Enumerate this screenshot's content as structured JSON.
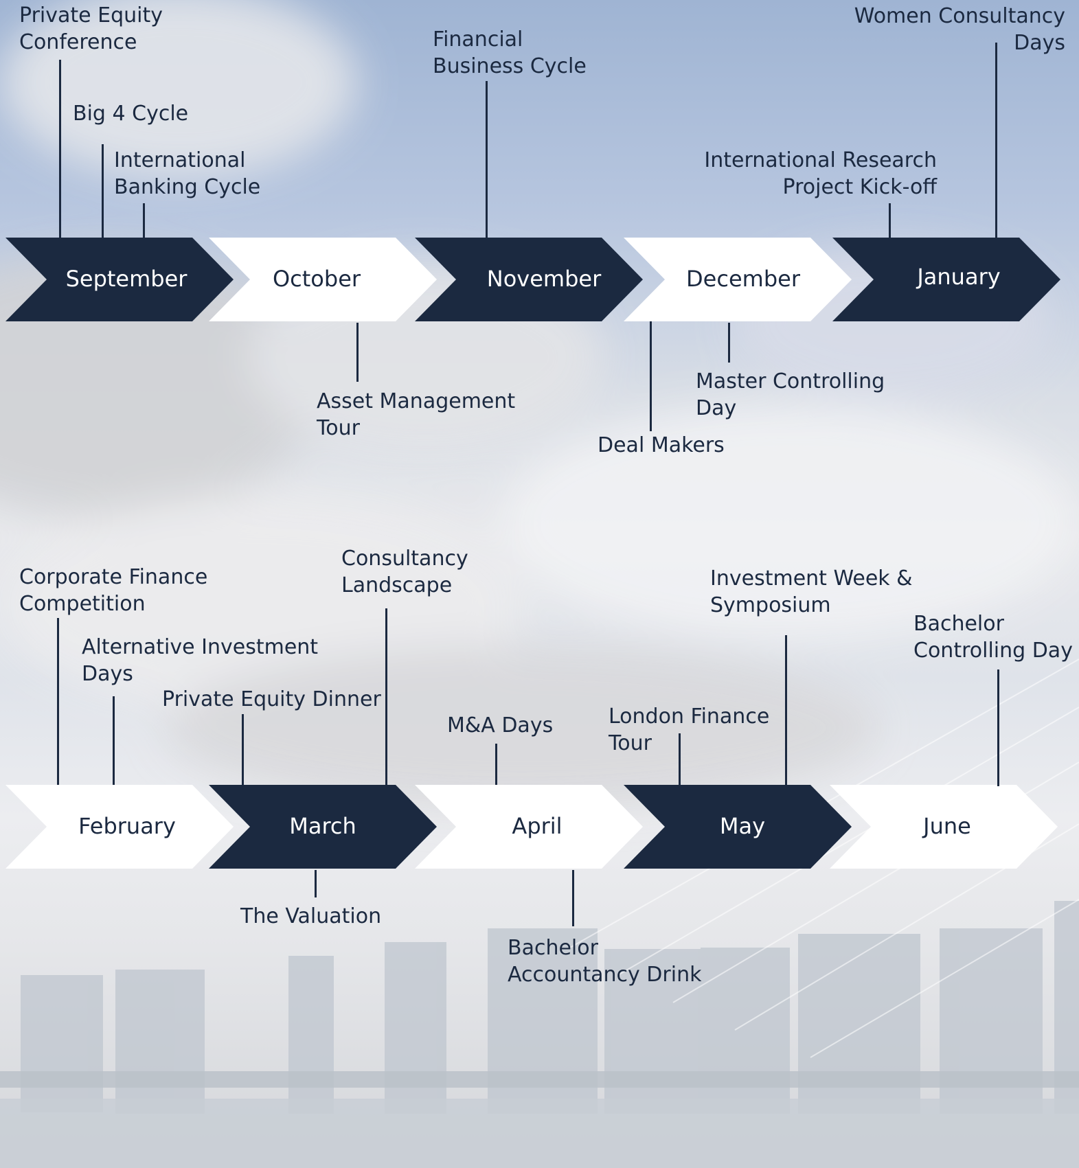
{
  "colors": {
    "dark": "#1b2940",
    "light": "#ffffff",
    "text": "#1b2940",
    "sky_top": "#9fb4d3"
  },
  "months": [
    {
      "label": "September",
      "style": "dark"
    },
    {
      "label": "October",
      "style": "light"
    },
    {
      "label": "November",
      "style": "dark"
    },
    {
      "label": "December",
      "style": "light"
    },
    {
      "label": "January",
      "style": "dark"
    },
    {
      "label": "February",
      "style": "light"
    },
    {
      "label": "March",
      "style": "dark"
    },
    {
      "label": "April",
      "style": "light"
    },
    {
      "label": "May",
      "style": "dark"
    },
    {
      "label": "June",
      "style": "light"
    }
  ],
  "events": [
    {
      "label": "Private Equity\nConference",
      "month": "September"
    },
    {
      "label": "Big 4 Cycle",
      "month": "September"
    },
    {
      "label": "International\nBanking Cycle",
      "month": "September"
    },
    {
      "label": "Financial\nBusiness Cycle",
      "month": "November"
    },
    {
      "label": "International Research\nProject Kick-off",
      "month": "January"
    },
    {
      "label": "Women Consultancy\nDays",
      "month": "January"
    },
    {
      "label": "Asset Management\nTour",
      "month": "October"
    },
    {
      "label": "Deal Makers",
      "month": "December"
    },
    {
      "label": "Master Controlling\nDay",
      "month": "December"
    },
    {
      "label": "Corporate Finance\nCompetition",
      "month": "February"
    },
    {
      "label": "Alternative Investment\nDays",
      "month": "February"
    },
    {
      "label": "Private Equity Dinner",
      "month": "March"
    },
    {
      "label": "Consultancy\nLandscape",
      "month": "March"
    },
    {
      "label": "M&A Days",
      "month": "April"
    },
    {
      "label": "London Finance\nTour",
      "month": "May"
    },
    {
      "label": "Investment Week &\nSymposium",
      "month": "May"
    },
    {
      "label": "Bachelor\nControlling Day",
      "month": "June"
    },
    {
      "label": "The Valuation",
      "month": "March"
    },
    {
      "label": "Bachelor\nAccountancy Drink",
      "month": "April"
    }
  ]
}
